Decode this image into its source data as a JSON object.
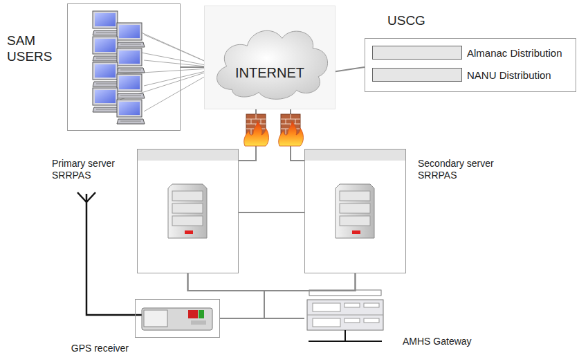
{
  "diagram": {
    "nodes": [
      {
        "text": [
          "SAM USERS"
        ]
      },
      {
        "text": [
          "INTERNET"
        ]
      },
      {
        "text": [
          "USCG"
        ]
      },
      {
        "text": [
          "Almanac Distribution"
        ],
        "in": 2
      },
      {
        "text": [
          "NANU Distribution"
        ],
        "in": 2
      },
      {
        "text": [
          "Primary server SRRPAS"
        ]
      },
      {
        "text": [
          "Secondary server SRRPAS"
        ]
      },
      {
        "text": [
          "GPS receiver"
        ]
      },
      {
        "text": [
          "AMHS Gateway"
        ]
      }
    ],
    "edges": [
      {
        "from": 0,
        "to": 1,
        "arrow": "none"
      },
      {
        "from": 1,
        "to": 2,
        "arrow": "none"
      },
      {
        "from": 1,
        "to": 5,
        "arrow": "none"
      },
      {
        "from": 1,
        "to": 6,
        "arrow": "none"
      },
      {
        "from": 5,
        "to": 6,
        "arrow": "none"
      },
      {
        "from": 5,
        "to": 7,
        "arrow": "none"
      },
      {
        "from": 5,
        "to": 8,
        "arrow": "none"
      },
      {
        "from": 6,
        "to": 7,
        "arrow": "none"
      },
      {
        "from": 6,
        "to": 8,
        "arrow": "none"
      }
    ]
  }
}
